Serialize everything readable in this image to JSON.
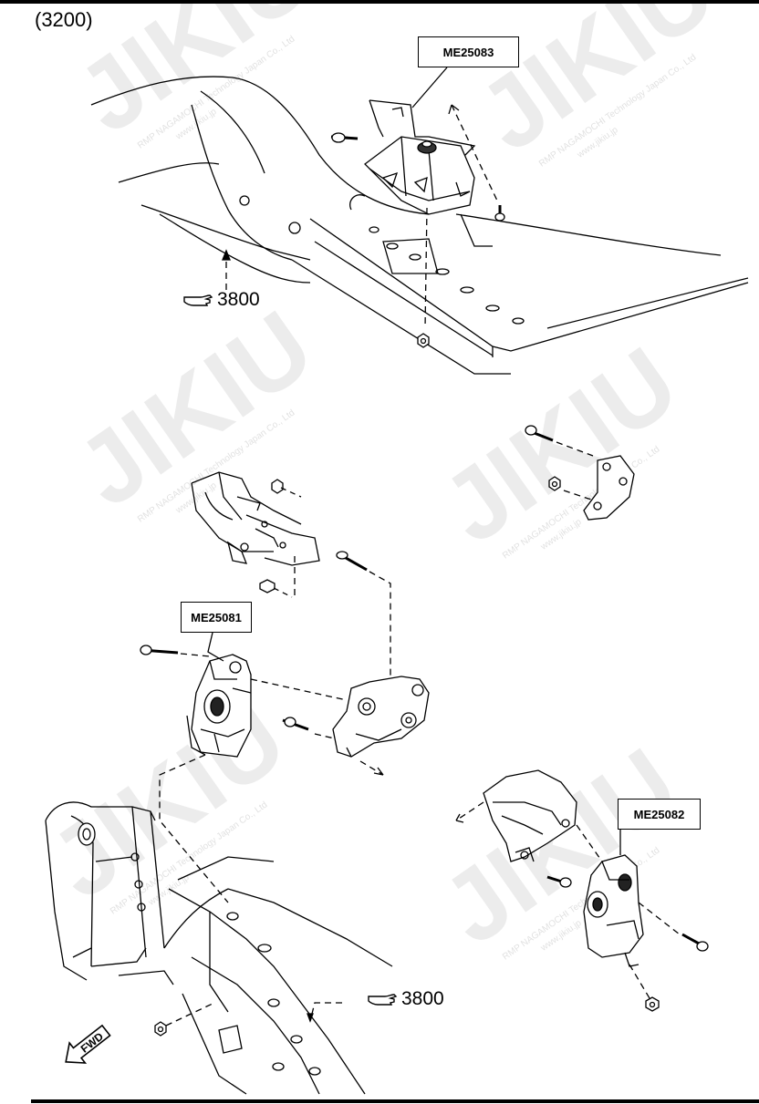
{
  "section_code": "(3200)",
  "parts": [
    {
      "id": "top",
      "label": "ME25083"
    },
    {
      "id": "left",
      "label": "ME25081"
    },
    {
      "id": "right",
      "label": "ME25082"
    }
  ],
  "references": [
    {
      "id": "upper",
      "label": "3800"
    },
    {
      "id": "lower",
      "label": "3800"
    }
  ],
  "direction_label": "FWD",
  "watermark": {
    "brand": "JIKIU",
    "company": "RMP NAGAMOCHI Technology Japan Co., Ltd",
    "url": "www.jikiu.jp"
  },
  "icons": [
    "pointing-hand-icon",
    "fwd-arrow-icon"
  ]
}
